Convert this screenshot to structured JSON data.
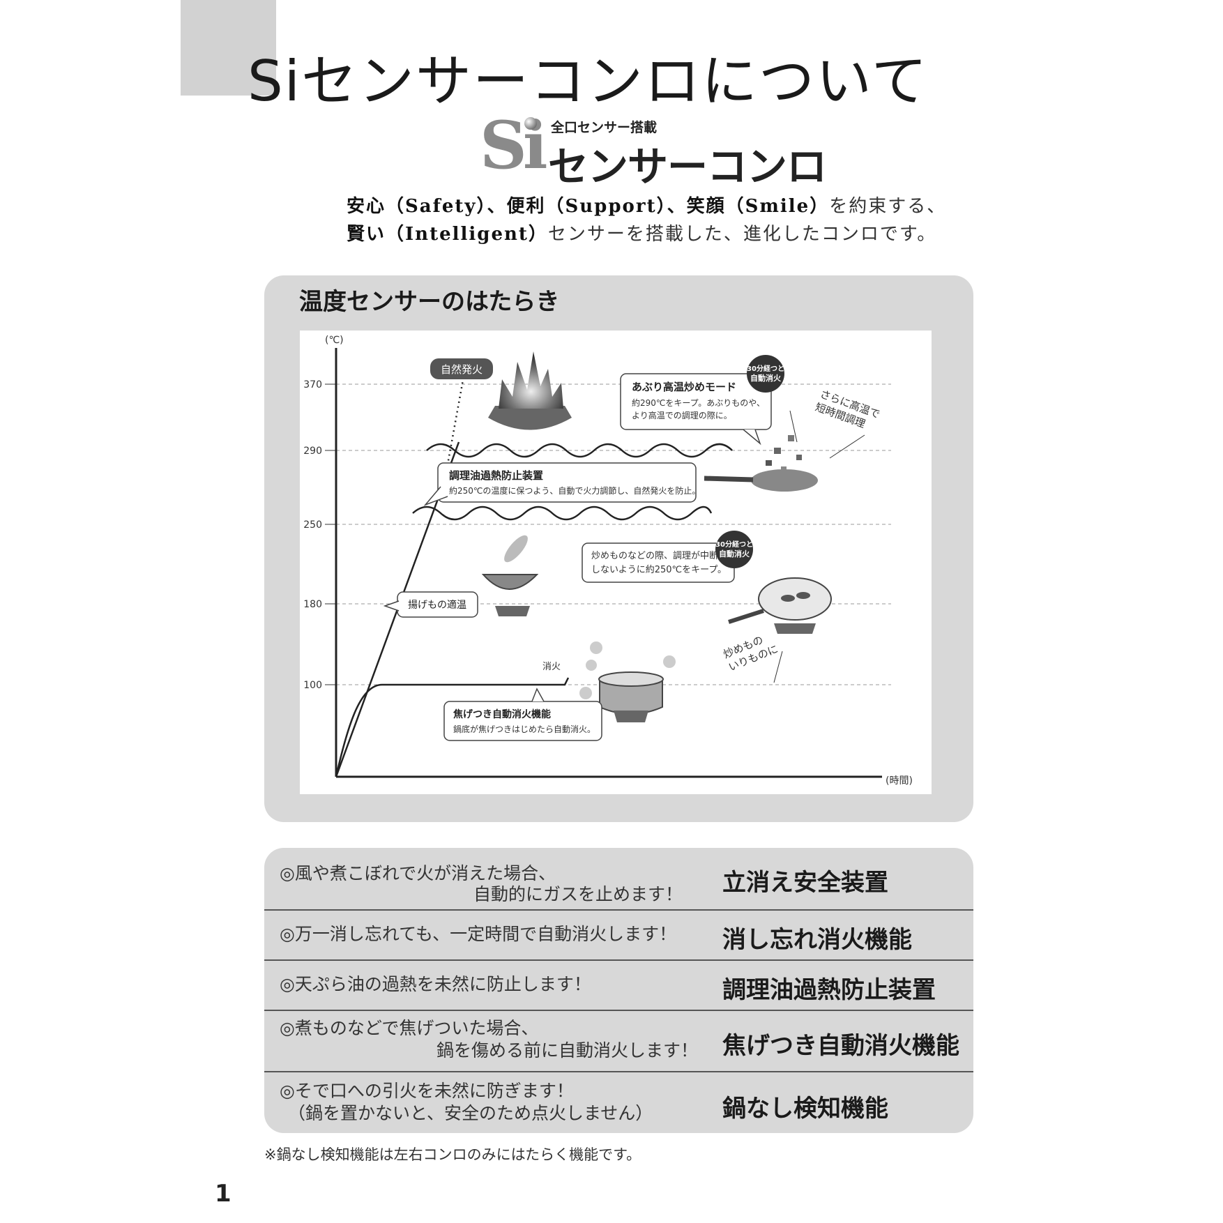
{
  "page": {
    "title": "Siセンサーコンロについて",
    "page_number": "1"
  },
  "logo": {
    "mark": "Si",
    "tagline": "全口センサー搭載",
    "name": "センサーコンロ"
  },
  "intro": {
    "line1": [
      {
        "text": "安心",
        "bold": true
      },
      {
        "text": "（Safety）、",
        "bold": true
      },
      {
        "text": "便利",
        "bold": true
      },
      {
        "text": "（Support）、",
        "bold": true
      },
      {
        "text": "笑顔",
        "bold": true
      },
      {
        "text": "（Smile）",
        "bold": true
      },
      {
        "text": "を約束する、",
        "bold": false
      }
    ],
    "line2": [
      {
        "text": "賢い",
        "bold": true
      },
      {
        "text": "（Intelligent）",
        "bold": true
      },
      {
        "text": "センサーを搭載した、進化したコンロです。",
        "bold": false
      }
    ]
  },
  "sensor_panel": {
    "title": "温度センサーのはたらき"
  },
  "chart_data": {
    "type": "line",
    "y_unit": "(℃)",
    "x_unit": "(時間)",
    "y_ticks": [
      100,
      180,
      250,
      290,
      370
    ],
    "series": [
      {
        "label": "自然発火",
        "y": 370
      },
      {
        "label": "あぶり高温炒めモード",
        "y": 290
      },
      {
        "label": "調理油過熱防止装置",
        "y": 250
      },
      {
        "label": "焦げつき自動消火機能",
        "y": 100
      }
    ],
    "annotations": {
      "ignition": "自然発火",
      "aburi_title": "あぶり高温炒めモード",
      "aburi_line1": "約290℃をキープ。あぶりものや、",
      "aburi_line2": "より高温での調理の際に。",
      "badge_line1": "30分経つと",
      "badge_line2": "自動消火",
      "higher_line1": "さらに高温で",
      "higher_line2": "短時間調理",
      "oil_title": "調理油過熱防止装置",
      "oil_desc": "約250℃の温度に保つよう、自動で火力調節し、自然発火を防止。",
      "stir_line1": "炒めものなどの際、調理が中断",
      "stir_line2": "しないように約250℃をキープ。",
      "fry": "揚げもの適温",
      "stir2_line1": "炒めもの",
      "stir2_line2": "いりものに",
      "off": "消火",
      "scorch_title": "焦げつき自動消火機能",
      "scorch_desc": "鍋底が焦げつきはじめたら自動消火。"
    }
  },
  "features": [
    {
      "desc1": "◎風や煮こぼれで火が消えた場合、",
      "desc2": "自動的にガスを止めます！",
      "name": "立消え安全装置"
    },
    {
      "desc1": "◎万一消し忘れても、一定時間で自動消火します！",
      "desc2": "",
      "name": "消し忘れ消火機能"
    },
    {
      "desc1": "◎天ぷら油の過熱を未然に防止します！",
      "desc2": "",
      "name": "調理油過熱防止装置"
    },
    {
      "desc1": "◎煮ものなどで焦げついた場合、",
      "desc2": "鍋を傷める前に自動消火します！",
      "name": "焦げつき自動消火機能"
    },
    {
      "desc1": "◎そで口への引火を未然に防ぎます！",
      "desc2": "（鍋を置かないと、安全のため点火しません）",
      "name": "鍋なし検知機能"
    }
  ],
  "footnote": "※鍋なし検知機能は左右コンロのみにはたらく機能です。"
}
